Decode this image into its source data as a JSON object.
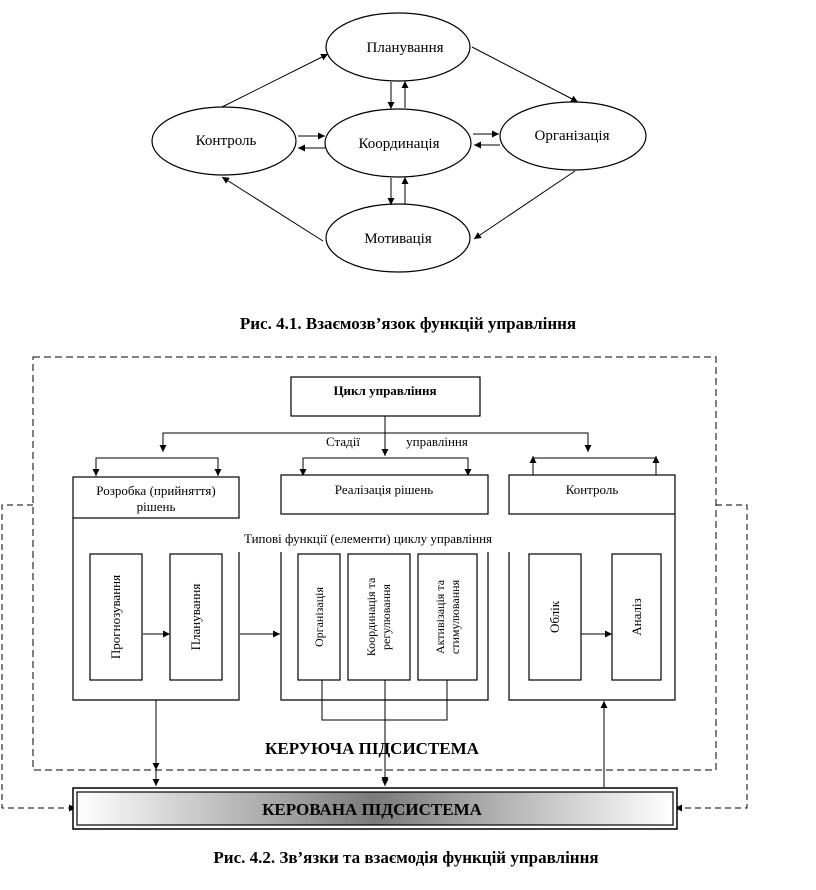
{
  "figure1": {
    "caption": "Рис. 4.1. Взаємозв’язок функцій управління",
    "nodes": {
      "planning": "Планування",
      "control": "Контроль",
      "coordination": "Координація",
      "organization": "Організація",
      "motivation": "Мотивація"
    }
  },
  "figure2": {
    "caption": "Рис. 4.2. Зв’язки та взаємодія функцій управління",
    "cycle_title": "Цикл управління",
    "stages_label_left": "Стадії",
    "stages_label_right": "управління",
    "stages": {
      "decision": "Розробка (прийняття) рішень",
      "decision_line1": "Розробка (прийняття)",
      "decision_line2": "рішень",
      "implementation": "Реалізація рішень",
      "control": "Контроль"
    },
    "typical_functions_label": "Типові функції (елементи) циклу управління",
    "functions": {
      "forecasting": "Прогнозування",
      "planning": "Планування",
      "organization": "Організація",
      "coordination_line1": "Координація та",
      "coordination_line2": "регулювання",
      "activation_line1": "Активізація  та",
      "activation_line2": "стимулювання",
      "accounting": "Облік",
      "analysis": "Аналіз"
    },
    "managing_subsystem": "КЕРУЮЧА ПІДСИСТЕМА",
    "managed_subsystem": "КЕРОВАНА ПІДСИСТЕМА"
  }
}
